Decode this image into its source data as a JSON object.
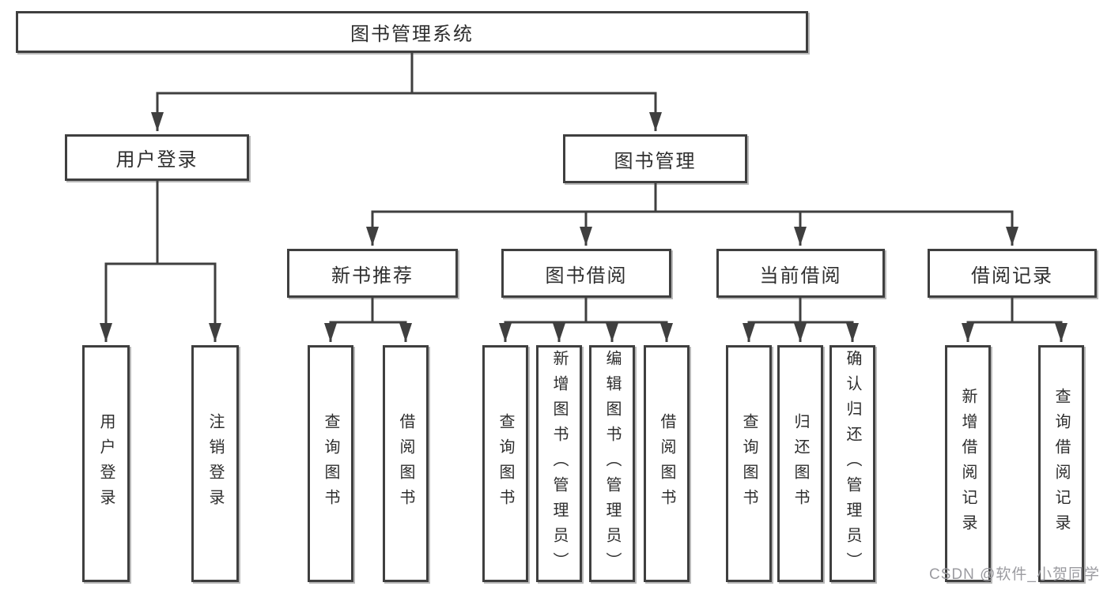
{
  "tree": {
    "root": {
      "label": "图书管理系统",
      "children": [
        {
          "label": "用户登录",
          "children": [
            {
              "label": "用户登录"
            },
            {
              "label": "注销登录"
            }
          ]
        },
        {
          "label": "图书管理",
          "children": [
            {
              "label": "新书推荐",
              "children": [
                {
                  "label": "查询图书"
                },
                {
                  "label": "借阅图书"
                }
              ]
            },
            {
              "label": "图书借阅",
              "children": [
                {
                  "label": "查询图书"
                },
                {
                  "label": "新增图书（管理员）"
                },
                {
                  "label": "编辑图书（管理员）"
                },
                {
                  "label": "借阅图书"
                }
              ]
            },
            {
              "label": "当前借阅",
              "children": [
                {
                  "label": "查询图书"
                },
                {
                  "label": "归还图书"
                },
                {
                  "label": "确认归还（管理员）"
                }
              ]
            },
            {
              "label": "借阅记录",
              "children": [
                {
                  "label": "新增借阅记录"
                },
                {
                  "label": "查询借阅记录"
                }
              ]
            }
          ]
        }
      ]
    }
  },
  "watermark": {
    "text": "CSDN @软件_小贺同学"
  },
  "colors": {
    "line": "#3f3f3f",
    "text": "#2e2e2e",
    "watermark": "#9b9ba0",
    "background": "#ffffff"
  }
}
